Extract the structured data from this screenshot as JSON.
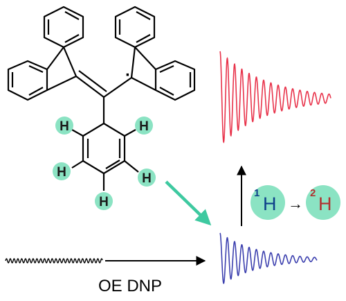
{
  "molecule": {
    "hydrogen_label": "H",
    "radical_dot": "·"
  },
  "isotopes": {
    "source_mass": "1",
    "source_symbol": "H",
    "arrow": "→",
    "target_mass": "2",
    "target_symbol": "H"
  },
  "caption": "OE DNP",
  "colors": {
    "highlight": "#8be3c3",
    "transfer_arrow": "#3ec9a0",
    "enhanced_fid": "#e8324a",
    "reference_fid": "#3b3fae",
    "deuterium_text": "#b03030",
    "proton_text": "#0e3f8a"
  }
}
